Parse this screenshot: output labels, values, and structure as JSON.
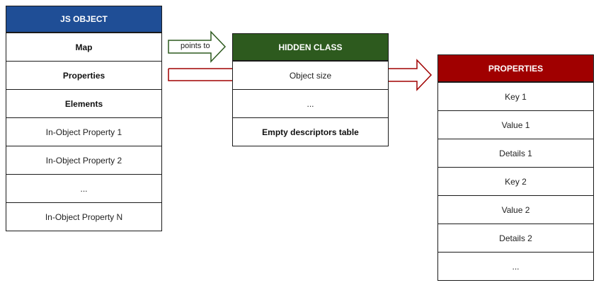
{
  "js_object": {
    "header": "JS OBJECT",
    "header_color": "#1f4e96",
    "rows": [
      {
        "label": "Map",
        "bold": true
      },
      {
        "label": "Properties",
        "bold": true
      },
      {
        "label": "Elements",
        "bold": true
      },
      {
        "label": "In-Object Property 1",
        "bold": false
      },
      {
        "label": "In-Object Property 2",
        "bold": false
      },
      {
        "label": "...",
        "bold": false
      },
      {
        "label": "In-Object Property N",
        "bold": false
      }
    ]
  },
  "hidden_class": {
    "header": "HIDDEN CLASS",
    "header_color": "#2d5a1e",
    "rows": [
      {
        "label": "Object size",
        "bold": false
      },
      {
        "label": "...",
        "bold": false
      },
      {
        "label": "Empty descriptors table",
        "bold": true
      }
    ]
  },
  "properties": {
    "header": "PROPERTIES",
    "header_color": "#a00000",
    "rows": [
      {
        "label": "Key 1",
        "bold": false
      },
      {
        "label": "Value 1",
        "bold": false
      },
      {
        "label": "Details 1",
        "bold": false
      },
      {
        "label": "Key 2",
        "bold": false
      },
      {
        "label": "Value 2",
        "bold": false
      },
      {
        "label": "Details 2",
        "bold": false
      },
      {
        "label": "...",
        "bold": false
      }
    ]
  },
  "arrows": {
    "map_to_hidden_class": {
      "label": "points to",
      "color": "#2d5a1e"
    },
    "properties_to_properties": {
      "color": "#a00000"
    }
  }
}
